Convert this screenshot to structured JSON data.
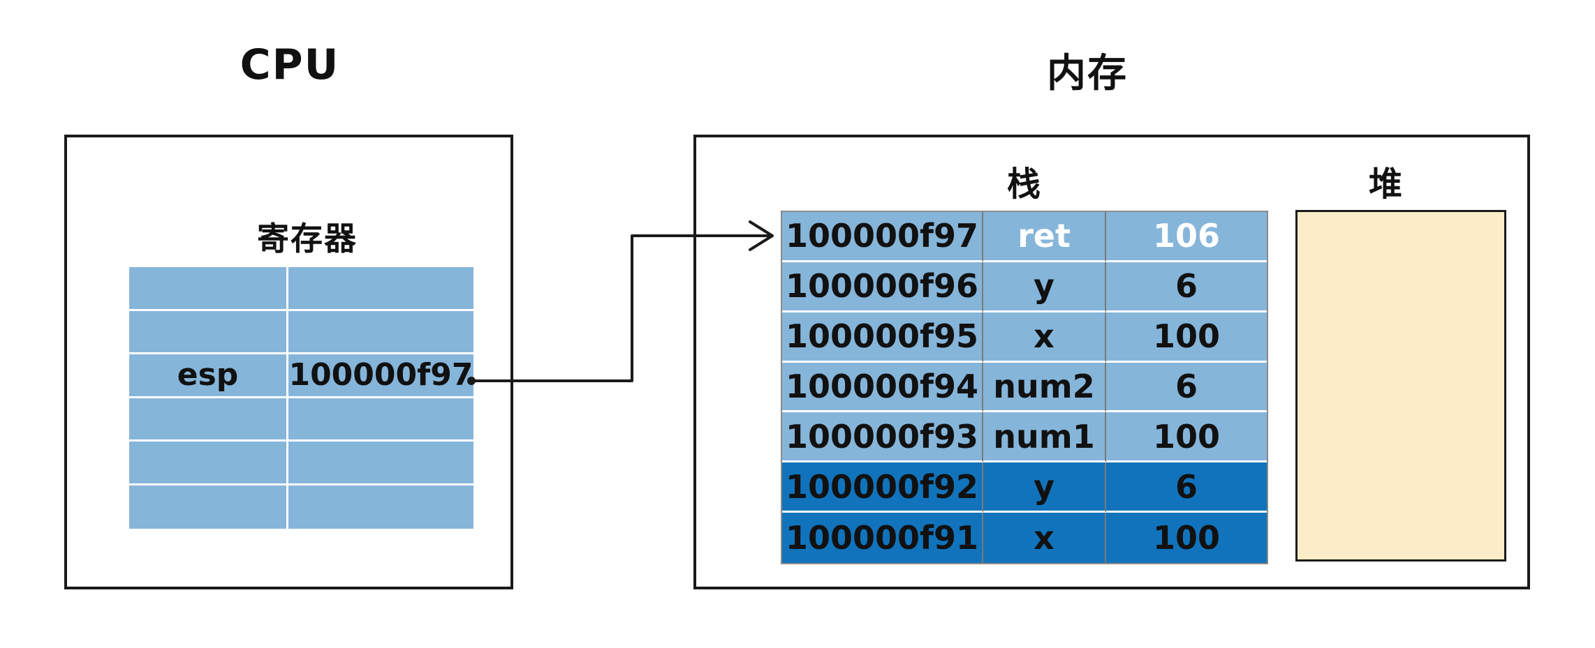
{
  "titles": {
    "cpu": "CPU",
    "memory": "内存"
  },
  "cpu": {
    "register_table_label": "寄存器",
    "registers": [
      {
        "name": "",
        "value": ""
      },
      {
        "name": "",
        "value": ""
      },
      {
        "name": "esp",
        "value": "100000f97"
      },
      {
        "name": "",
        "value": ""
      },
      {
        "name": "",
        "value": ""
      },
      {
        "name": "",
        "value": ""
      }
    ]
  },
  "memory": {
    "stack_label": "栈",
    "heap_label": "堆",
    "stack_rows": [
      {
        "address": "100000f97",
        "name": "ret",
        "value": "106",
        "shade": "light",
        "text": "white"
      },
      {
        "address": "100000f96",
        "name": "y",
        "value": "6",
        "shade": "light",
        "text": "black"
      },
      {
        "address": "100000f95",
        "name": "x",
        "value": "100",
        "shade": "light",
        "text": "black"
      },
      {
        "address": "100000f94",
        "name": "num2",
        "value": "6",
        "shade": "light",
        "text": "black"
      },
      {
        "address": "100000f93",
        "name": "num1",
        "value": "100",
        "shade": "light",
        "text": "black"
      },
      {
        "address": "100000f92",
        "name": "y",
        "value": "6",
        "shade": "dark",
        "text": "black"
      },
      {
        "address": "100000f91",
        "name": "x",
        "value": "100",
        "shade": "dark",
        "text": "black"
      }
    ],
    "pointer": {
      "from_register": "esp",
      "to_address": "100000f97"
    }
  },
  "colors": {
    "light_blue": "#86b5da",
    "dark_blue": "#1173bb",
    "heap_fill": "#fbedc7",
    "line_black": "#1a1a1a"
  }
}
